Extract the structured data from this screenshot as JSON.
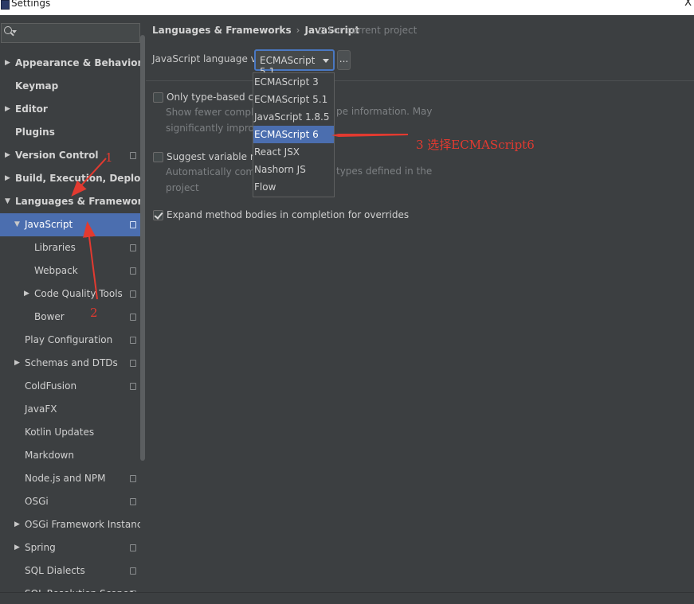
{
  "window": {
    "title": "Settings",
    "close_glyph": "X"
  },
  "search": {
    "placeholder": ""
  },
  "sidebar": {
    "items": [
      {
        "label": "Appearance & Behavior",
        "top": true,
        "arrow": "▶"
      },
      {
        "label": "Keymap",
        "top": true
      },
      {
        "label": "Editor",
        "top": true,
        "arrow": "▶"
      },
      {
        "label": "Plugins",
        "top": true
      },
      {
        "label": "Version Control",
        "top": true,
        "arrow": "▶",
        "project_icon": true
      },
      {
        "label": "Build, Execution, Deployment",
        "top": true,
        "arrow": "▶"
      },
      {
        "label": "Languages & Frameworks",
        "top": true,
        "arrow": "▼"
      },
      {
        "label": "JavaScript",
        "arrow": "▼",
        "project_icon": true,
        "selected": true
      },
      {
        "label": "Libraries",
        "project_icon": true
      },
      {
        "label": "Webpack",
        "project_icon": true
      },
      {
        "label": "Code Quality Tools",
        "arrow": "▶",
        "project_icon": true
      },
      {
        "label": "Bower",
        "project_icon": true
      },
      {
        "label": "Play Configuration",
        "project_icon": true
      },
      {
        "label": "Schemas and DTDs",
        "arrow": "▶",
        "project_icon": true
      },
      {
        "label": "ColdFusion",
        "project_icon": true
      },
      {
        "label": "JavaFX"
      },
      {
        "label": "Kotlin Updates"
      },
      {
        "label": "Markdown"
      },
      {
        "label": "Node.js and NPM",
        "project_icon": true
      },
      {
        "label": "OSGi",
        "project_icon": true
      },
      {
        "label": "OSGi Framework Instances",
        "arrow": "▶"
      },
      {
        "label": "Spring",
        "arrow": "▶",
        "project_icon": true
      },
      {
        "label": "SQL Dialects",
        "project_icon": true
      },
      {
        "label": "SQL Resolution Scopes",
        "project_icon": true
      }
    ]
  },
  "breadcrumb": {
    "parent": "Languages & Frameworks",
    "separator": "›",
    "current": "JavaScript"
  },
  "for_project": "For current project",
  "language_version": {
    "label": "JavaScript language version",
    "value": "ECMAScript 5.1",
    "more_button": "...",
    "options": [
      "ECMAScript 3",
      "ECMAScript 5.1",
      "JavaScript 1.8.5",
      "ECMAScript 6",
      "React JSX",
      "Nashorn JS",
      "Flow"
    ],
    "highlighted_option": "ECMAScript 6"
  },
  "options": {
    "type_based": {
      "label": "Only type-based complet",
      "checked": false,
      "desc_line1": "Show fewer completion s",
      "desc_line1_right": "pe information. May",
      "desc_line2": "significantly improve perf"
    },
    "suggest_names": {
      "label": "Suggest variable names",
      "checked": false,
      "desc_line1": "Automatically complete v",
      "desc_line1_right": "types defined in the",
      "desc_line2": "project"
    },
    "expand_bodies": {
      "label": "Expand method bodies in completion for overrides",
      "checked": true
    }
  },
  "annotations": {
    "step1": "1",
    "step2": "2",
    "step3": "3 选择ECMAScript6",
    "color": "#e23a30"
  },
  "colors": {
    "background": "#3c3f41",
    "selection": "#4b6eaf",
    "focus_border": "#4a78c2"
  }
}
